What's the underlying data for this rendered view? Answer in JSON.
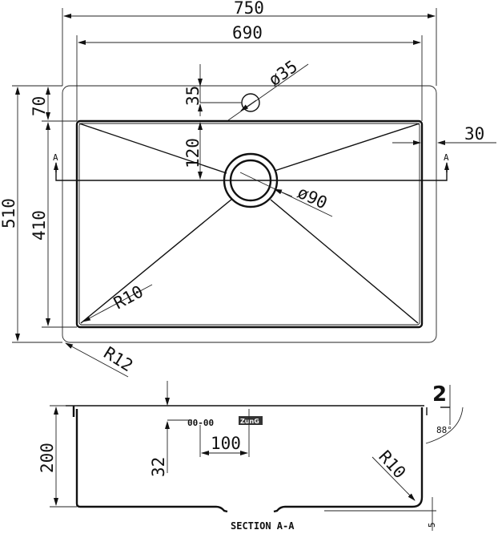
{
  "drawing": {
    "dimensions": {
      "overall_width": "750",
      "bowl_width": "690",
      "tap_hole_diameter": "ø35",
      "tap_hole_offset": "35",
      "drain_offset": "120",
      "drain_diameter": "ø90",
      "side_margin": "30",
      "top_margin": "70",
      "bowl_depth_plan": "410",
      "overall_depth": "510",
      "inner_radius": "R10",
      "outer_radius": "R12"
    },
    "section_markers": [
      "A",
      "A"
    ],
    "section": {
      "title": "SECTION A-A",
      "height": "200",
      "offset": "32",
      "spacing": "100",
      "thickness": "2",
      "angle": "88°",
      "corner_radius": "R10",
      "flange": "5",
      "marking": "00-00",
      "logo_text": "ZunG"
    }
  }
}
